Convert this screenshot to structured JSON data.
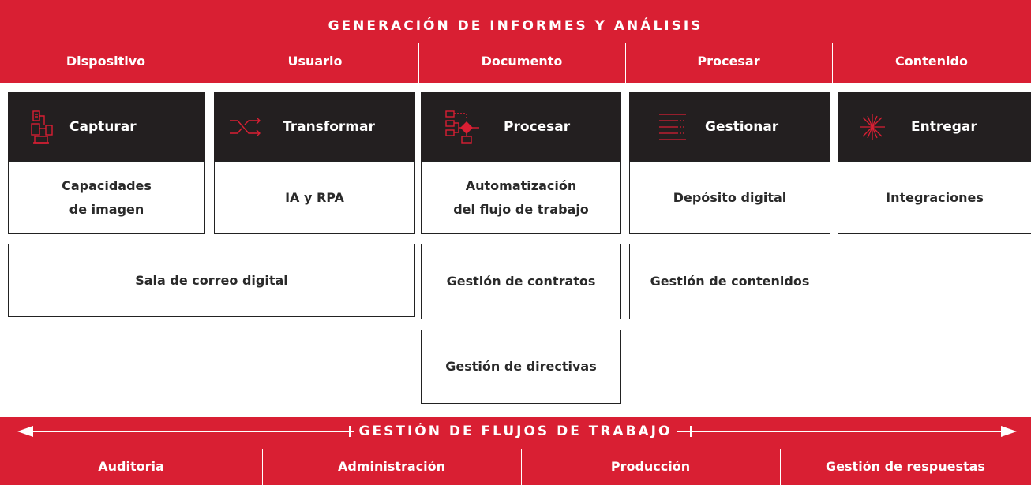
{
  "top_banner": {
    "title": "GENERACIÓN DE INFORMES Y ANÁLISIS",
    "categories": [
      "Dispositivo",
      "Usuario",
      "Documento",
      "Procesar",
      "Contenido"
    ]
  },
  "pillars": [
    {
      "header": "Capturar",
      "icon": "capture-devices-icon",
      "box": [
        "Capacidades",
        "de imagen"
      ]
    },
    {
      "header": "Transformar",
      "icon": "shuffle-arrows-icon",
      "box": [
        "IA y RPA"
      ]
    },
    {
      "header": "Procesar",
      "icon": "flowchart-icon",
      "box": [
        "Automatización",
        "del flujo de trabajo"
      ]
    },
    {
      "header": "Gestionar",
      "icon": "list-lines-icon",
      "box": [
        "Depósito digital"
      ]
    },
    {
      "header": "Entregar",
      "icon": "burst-icon",
      "box": [
        "Integraciones"
      ]
    }
  ],
  "extra_boxes": {
    "mailroom": "Sala de correo digital",
    "contracts": "Gestión de contratos",
    "content": "Gestión de contenidos",
    "policies": "Gestión de directivas"
  },
  "bottom_banner": {
    "title": "GESTIÓN DE FLUJOS DE TRABAJO",
    "items": [
      "Auditoria",
      "Administración",
      "Producción",
      "Gestión de respuestas"
    ]
  },
  "colors": {
    "brand_red": "#d91f33",
    "dark": "#231f20"
  }
}
